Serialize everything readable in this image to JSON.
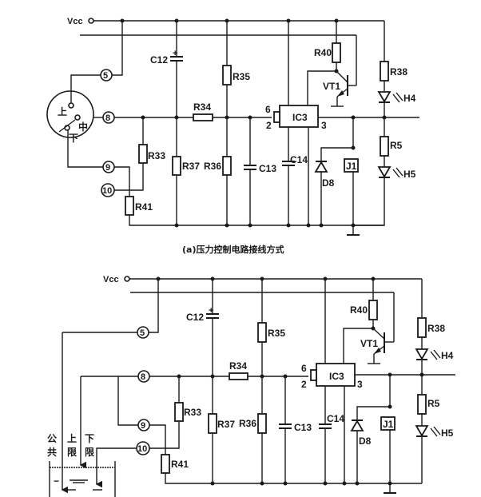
{
  "diagram_a": {
    "caption": "(a)压力控制电路接线方式",
    "vcc_label": "Vcc",
    "terminals": [
      "5",
      "8",
      "9",
      "10"
    ],
    "switch_labels": {
      "up": "上",
      "mid": "中",
      "down": "下"
    },
    "components": {
      "c12": "C12",
      "c12_polarity": "+",
      "r35": "R35",
      "r34": "R34",
      "r33": "R33",
      "r37": "R37",
      "r36": "R36",
      "r41": "R41",
      "c13": "C13",
      "c14": "C14",
      "ic3": "IC3",
      "ic3_pin6": "6",
      "ic3_pin2": "2",
      "ic3_pin3": "3",
      "r40": "R40",
      "vt1": "VT1",
      "r38": "R38",
      "h4": "H4",
      "r5": "R5",
      "h5": "H5",
      "d8": "D8",
      "j1": "J1"
    }
  },
  "diagram_b": {
    "vcc_label": "Vcc",
    "terminals": [
      "5",
      "8",
      "9",
      "10"
    ],
    "probe_labels": {
      "common_1": "公",
      "common_2": "共",
      "upper_1": "上",
      "upper_2": "限",
      "lower_1": "下",
      "lower_2": "限"
    },
    "tank_minus": "−",
    "components": {
      "c12": "C12",
      "c12_polarity": "+",
      "r35": "R35",
      "r34": "R34",
      "r33": "R33",
      "r37": "R37",
      "r36": "R36",
      "r41": "R41",
      "c13": "C13",
      "c14": "C14",
      "ic3": "IC3",
      "ic3_pin6": "6",
      "ic3_pin2": "2",
      "ic3_pin3": "3",
      "r40": "R40",
      "vt1": "VT1",
      "r38": "R38",
      "h4": "H4",
      "r5": "R5",
      "h5": "H5",
      "d8": "D8",
      "j1": "J1"
    }
  }
}
